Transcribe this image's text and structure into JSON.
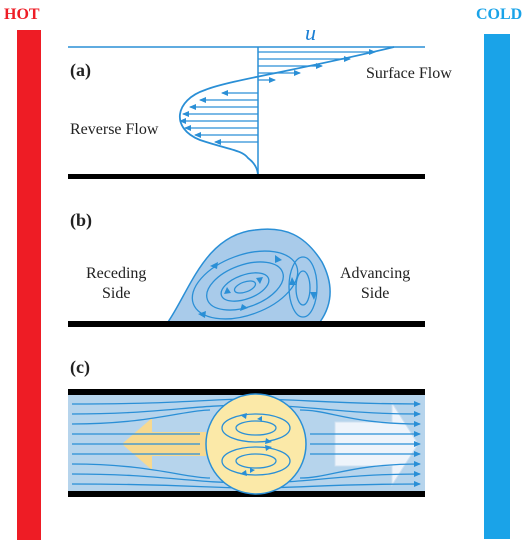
{
  "labels": {
    "hot": "HOT",
    "cold": "COLD",
    "velocity_symbol": "u",
    "panel_a": "(a)",
    "panel_b": "(b)",
    "panel_c": "(c)",
    "surface_flow": "Surface Flow",
    "reverse_flow": "Reverse Flow",
    "receding_side": "Receding\nSide",
    "advancing_side": "Advancing\nSide"
  },
  "colors": {
    "hot_bar": "#ee1c25",
    "cold_bar": "#1aa3e8",
    "flow_blue": "#2a8fd6",
    "liquid_fill": "#b6d4ec",
    "droplet_fill": "#fbe9a8",
    "arrow_fill": "#f7d990",
    "ground": "#000000"
  }
}
